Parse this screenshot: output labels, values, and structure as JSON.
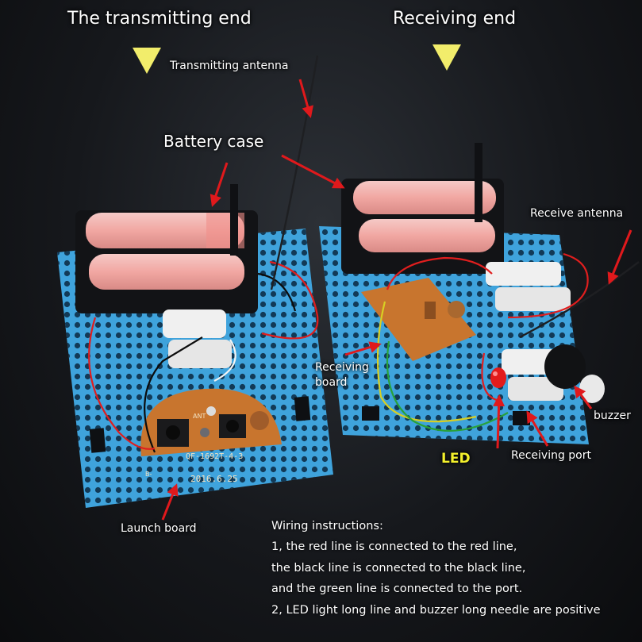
{
  "labels": {
    "transmitting_end": "The transmitting end",
    "receiving_end": "Receiving end",
    "transmitting_antenna": "Transmitting antenna",
    "battery_case": "Battery case",
    "receive_antenna": "Receive antenna",
    "receiving_board": [
      "Receiving",
      "board"
    ],
    "buzzer": "buzzer",
    "led": "LED",
    "receiving_port": "Receiving port",
    "launch_board": "Launch board"
  },
  "pcb_text": {
    "transmitter_model": "QF-1692T-4-3",
    "transmitter_date": "2016.6.25",
    "ant": "ANT",
    "b_minus": "B-"
  },
  "wiring": {
    "title": "Wiring instructions:",
    "lines": [
      "1, the red line is connected to the red line,",
      "the black line is connected to the black line,",
      "and the green line is connected to the port.",
      "2, LED light long line and buzzer long needle are positive"
    ]
  },
  "colors": {
    "pointer_arrow": "#e0191c",
    "marker_triangle": "#f2ed6b",
    "pegboard": "#3fa3dc",
    "pcb": "#c8752e",
    "led_label": "#f3f02c"
  },
  "icons": [
    "down-triangle-marker-icon",
    "red-pointer-arrow-icon"
  ]
}
